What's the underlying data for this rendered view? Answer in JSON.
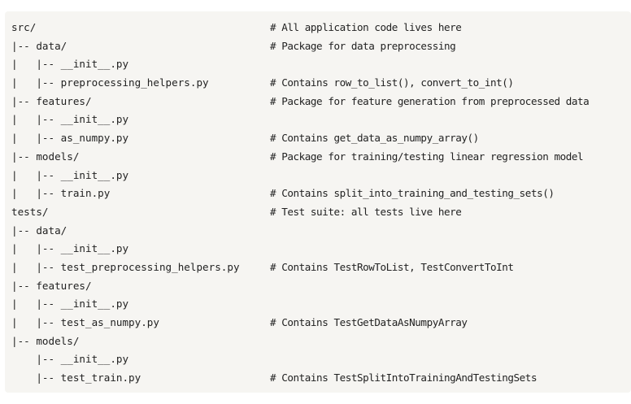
{
  "lines": [
    {
      "path": "src/",
      "comment": "# All application code lives here"
    },
    {
      "path": "|-- data/",
      "comment": "# Package for data preprocessing"
    },
    {
      "path": "|   |-- __init__.py",
      "comment": ""
    },
    {
      "path": "|   |-- preprocessing_helpers.py",
      "comment": "# Contains row_to_list(), convert_to_int()"
    },
    {
      "path": "|-- features/",
      "comment": "# Package for feature generation from preprocessed data"
    },
    {
      "path": "|   |-- __init__.py",
      "comment": ""
    },
    {
      "path": "|   |-- as_numpy.py",
      "comment": "# Contains get_data_as_numpy_array()"
    },
    {
      "path": "|-- models/",
      "comment": "# Package for training/testing linear regression model"
    },
    {
      "path": "|   |-- __init__.py",
      "comment": ""
    },
    {
      "path": "|   |-- train.py",
      "comment": "# Contains split_into_training_and_testing_sets()"
    },
    {
      "path": "tests/",
      "comment": "# Test suite: all tests live here"
    },
    {
      "path": "|-- data/",
      "comment": ""
    },
    {
      "path": "|   |-- __init__.py",
      "comment": ""
    },
    {
      "path": "|   |-- test_preprocessing_helpers.py",
      "comment": "# Contains TestRowToList, TestConvertToInt"
    },
    {
      "path": "|-- features/",
      "comment": ""
    },
    {
      "path": "|   |-- __init__.py",
      "comment": ""
    },
    {
      "path": "|   |-- test_as_numpy.py",
      "comment": "# Contains TestGetDataAsNumpyArray"
    },
    {
      "path": "|-- models/",
      "comment": ""
    },
    {
      "path": "    |-- __init__.py",
      "comment": ""
    },
    {
      "path": "    |-- test_train.py",
      "comment": "# Contains TestSplitIntoTrainingAndTestingSets"
    }
  ]
}
